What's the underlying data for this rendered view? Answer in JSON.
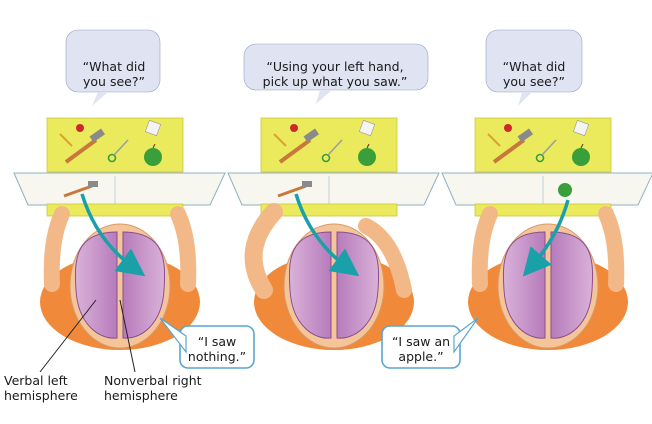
{
  "panels": [
    {
      "question": "“What did\nyou see?”",
      "reply": "“I saw\nnothing.”"
    },
    {
      "question": "“Using your left hand,\npick up what you saw.”"
    },
    {
      "question": "“What did\nyou see?”",
      "reply": "“I saw an\napple.”"
    }
  ],
  "labels": {
    "left_hemisphere": "Verbal left\nhemisphere",
    "right_hemisphere": "Nonverbal right\nhemisphere"
  },
  "colors": {
    "bubble": "#dfe3f2",
    "tray": "#eaea5c",
    "table": "#f7f7f0",
    "shirt": "#f08a3a",
    "skin": "#f3b887",
    "brain_left": "#c792c9",
    "brain_right": "#b57bb8",
    "arrow": "#1aa0a8",
    "apple": "#3a9e3a"
  }
}
